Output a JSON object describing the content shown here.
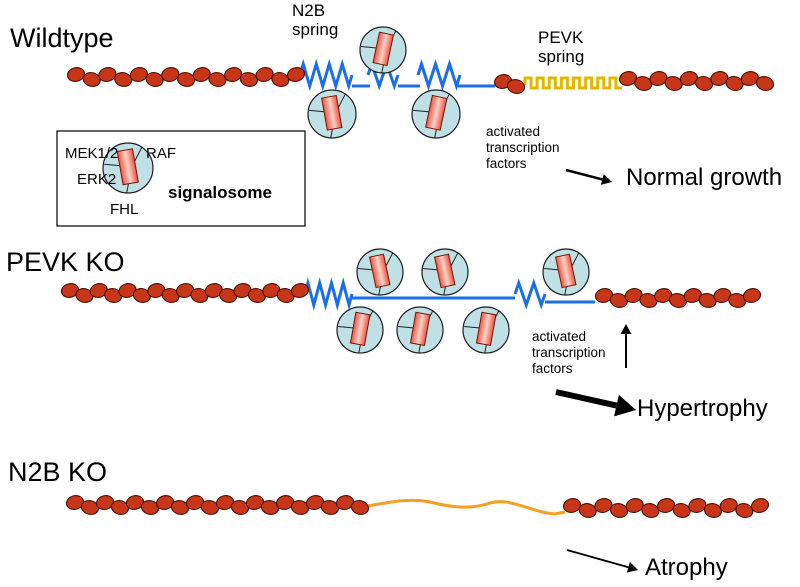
{
  "wildtype": {
    "title": "Wildtype",
    "n2b_spring": [
      "N2B",
      "spring"
    ],
    "pevk_spring": [
      "PEVK",
      "spring"
    ],
    "tf_lines": [
      "activated",
      "transcription",
      "factors"
    ],
    "outcome": "Normal growth"
  },
  "legend": {
    "mek": "MEK1/2",
    "raf": "RAF",
    "erk": "ERK2",
    "fhl": "FHL",
    "name": "signalosome"
  },
  "pevk_ko": {
    "title": "PEVK KO",
    "tf_lines": [
      "activated",
      "transcription",
      "factors"
    ],
    "outcome": "Hypertrophy"
  },
  "n2b_ko": {
    "title": "N2B KO",
    "outcome": "Atrophy"
  },
  "colors": {
    "bead": "#c8361a",
    "bead_stroke": "#4a0e00",
    "n2b_spring": "#1a6fe8",
    "pevk_spring": "#e0b800",
    "unfolded": "#f5a020",
    "circle_fill": "#bfe0e4",
    "fhl_fill": "#f07a66"
  }
}
